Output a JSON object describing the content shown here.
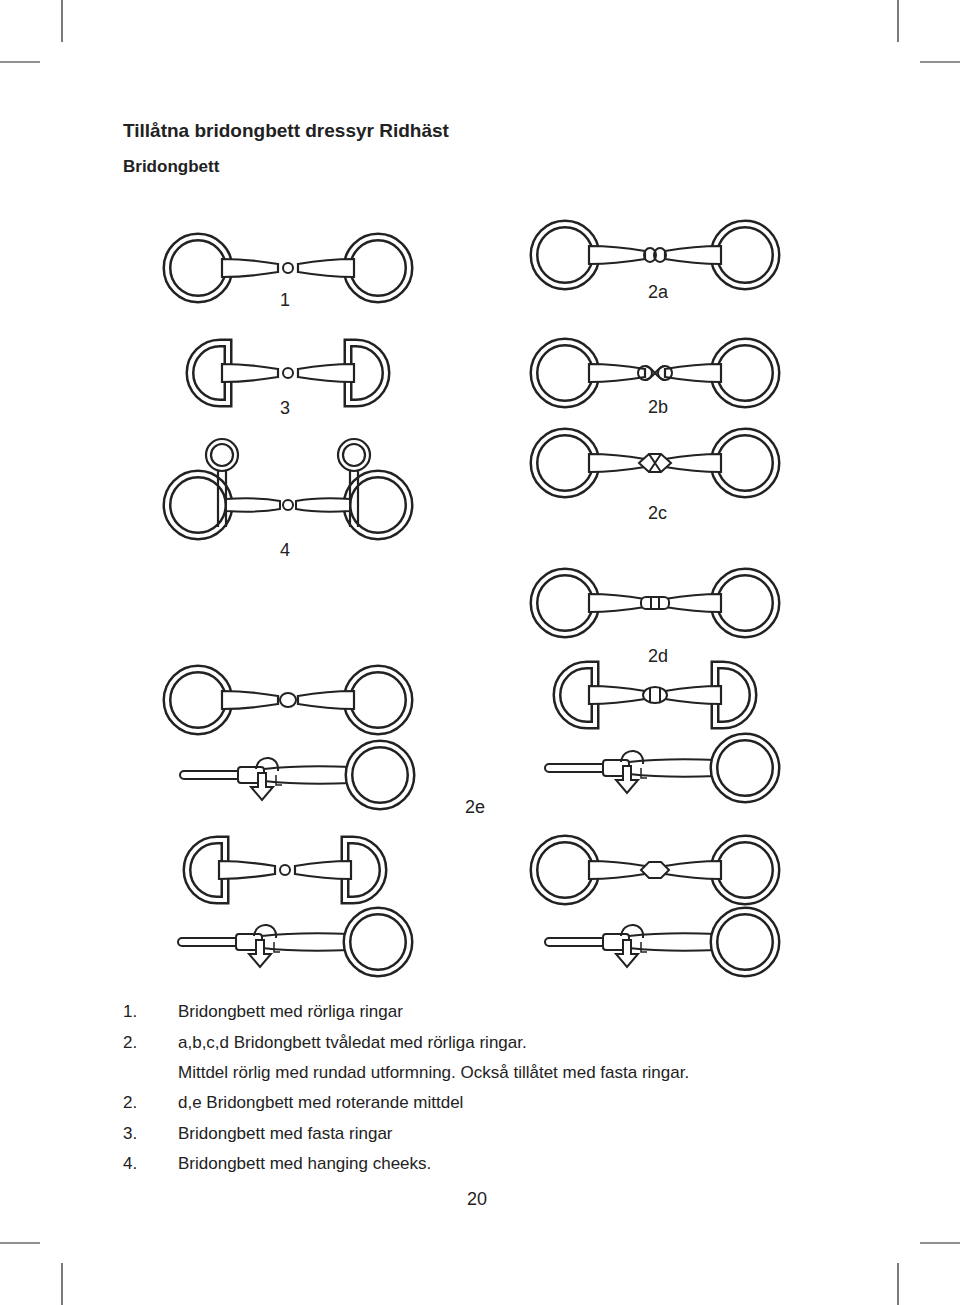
{
  "diagram": {
    "title": "Tillåtna bridongbett dressyr Ridhäst",
    "labels": [
      "Bridongbett",
      "1",
      "2a",
      "3",
      "2b",
      "2c",
      "4",
      "2d",
      "2e",
      "1.",
      "Bridongbett med rörliga ringar",
      "2.",
      "a,b,c,d Bridongbett tvåledat med rörliga ringar.",
      "Mittdel rörlig med rundad utformning. Också tillåtet med fasta ringar.",
      "2.",
      "d,e Bridongbett med roterande mittdel",
      "3.",
      "Bridongbett med fasta ringar",
      "4.",
      "Bridongbett med hanging cheeks.",
      "20"
    ]
  }
}
